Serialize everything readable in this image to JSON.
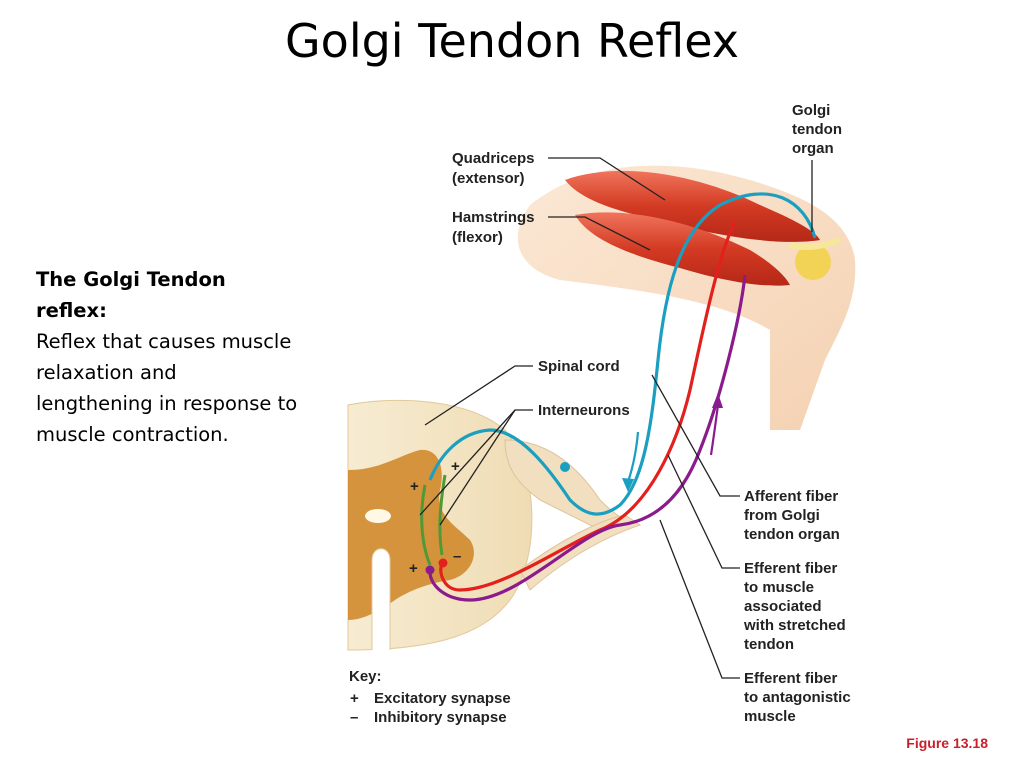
{
  "title": "Golgi Tendon Reflex",
  "side_text": {
    "heading": "The Golgi Tendon reflex:",
    "body": "Reflex that causes muscle relaxation and lengthening in response to muscle contraction."
  },
  "labels": {
    "golgi_organ": [
      "Golgi",
      "tendon",
      "organ"
    ],
    "quadriceps": [
      "Quadriceps",
      "(extensor)"
    ],
    "hamstrings": [
      "Hamstrings",
      "(flexor)"
    ],
    "spinal_cord": "Spinal cord",
    "interneurons": "Interneurons",
    "afferent": [
      "Afferent fiber",
      "from Golgi",
      "tendon organ"
    ],
    "efferent_stretched": [
      "Efferent fiber",
      "to muscle",
      "associated",
      "with stretched",
      "tendon"
    ],
    "efferent_antagonistic": [
      "Efferent fiber",
      "to antagonistic",
      "muscle"
    ]
  },
  "key": {
    "title": "Key:",
    "excitatory_symbol": "+",
    "excitatory": "Excitatory synapse",
    "inhibitory_symbol": "–",
    "inhibitory": "Inhibitory synapse"
  },
  "synapse_marks": {
    "plus": "+",
    "minus": "–"
  },
  "figure_ref": "Figure 13.18",
  "colors": {
    "afferent": "#1a9fc0",
    "efferent": "#e3201b",
    "antagonist": "#8b1a8c",
    "interneuron": "#4f9a36",
    "muscle": "#d9412a",
    "grey_matter": "#d08a2c",
    "white_matter": "#f3e6c6",
    "figure_ref": "#c8202a"
  }
}
